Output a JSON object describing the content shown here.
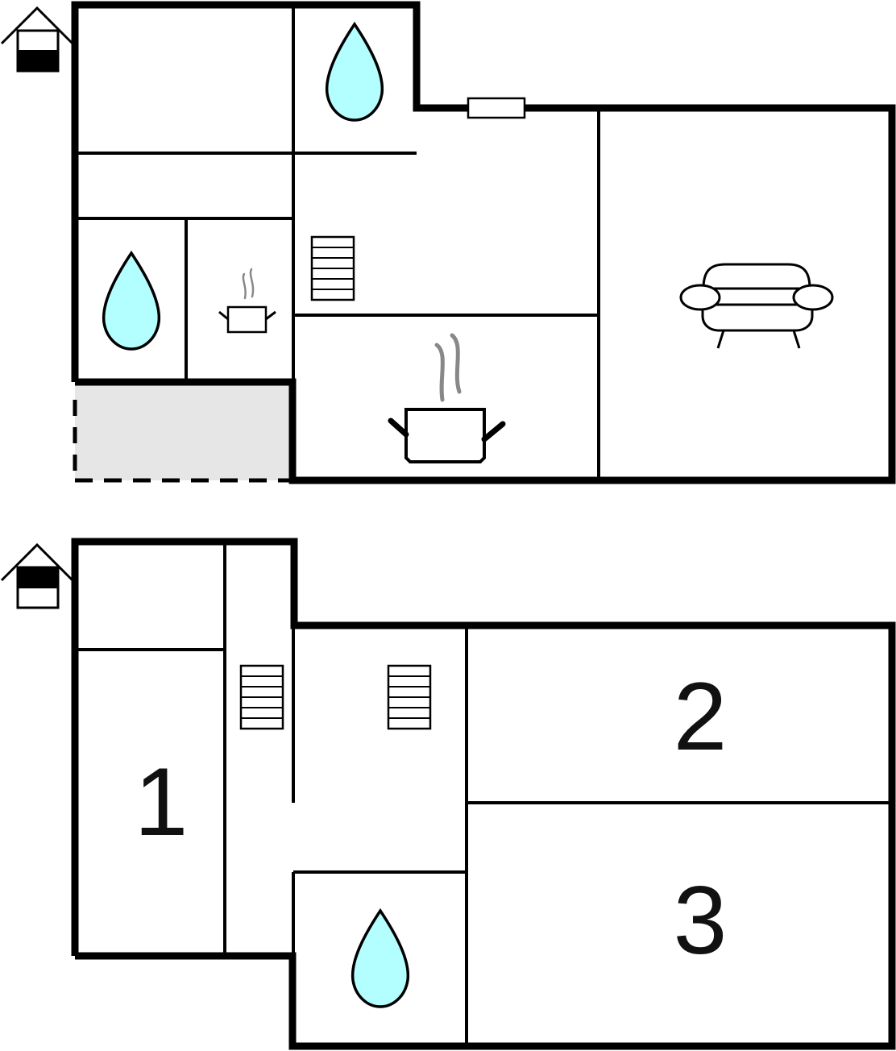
{
  "floors": [
    {
      "floor_indicator_icon": "house-floor-ground-icon",
      "rooms": [
        {
          "name": "room-top-left",
          "label": ""
        },
        {
          "name": "bathroom-top",
          "icon": "water-drop-icon"
        },
        {
          "name": "hallway-upper",
          "icon": "staircase-icon"
        },
        {
          "name": "bathroom-left",
          "icon": "water-drop-icon"
        },
        {
          "name": "kitchenette",
          "icon": "cooking-pot-icon"
        },
        {
          "name": "kitchen",
          "icon": "cooking-pot-icon"
        },
        {
          "name": "living-room",
          "icon": "sofa-icon"
        },
        {
          "name": "terrace",
          "icon": "outdoor-area"
        }
      ]
    },
    {
      "floor_indicator_icon": "house-floor-upper-icon",
      "rooms": [
        {
          "name": "bedroom-1",
          "label": "1"
        },
        {
          "name": "bedroom-2",
          "label": "2"
        },
        {
          "name": "bedroom-3",
          "label": "3"
        },
        {
          "name": "bathroom-upper",
          "icon": "water-drop-icon"
        },
        {
          "name": "stair-hall",
          "icon": "staircase-icon"
        }
      ]
    }
  ],
  "colors": {
    "wall": "#000000",
    "water": "#b3ffff",
    "steam": "#888888",
    "terrace": "#e6e6e6"
  }
}
